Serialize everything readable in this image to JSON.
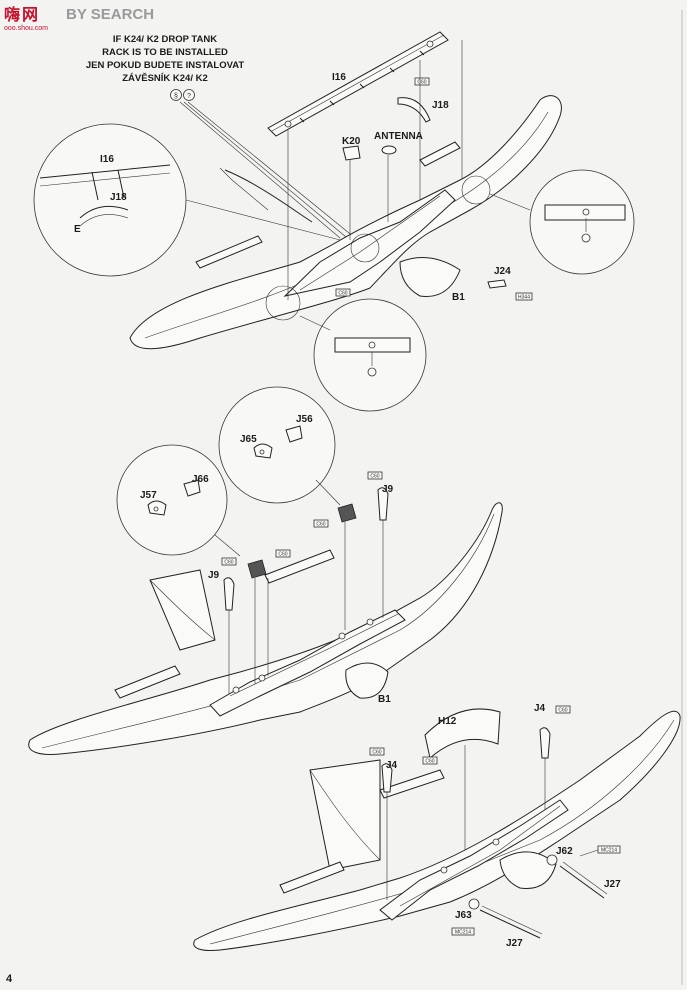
{
  "header": {
    "logo_glyph": "嗨",
    "logo_glyph2": "网",
    "logo_word": "BY SEARCH",
    "logo_url": "ooo.shou.com"
  },
  "note": {
    "lines": [
      "IF K24/ K2 DROP TANK",
      "RACK IS TO BE INSTALLED",
      "JEN POKUD BUDETE INSTALOVAT",
      "ZÁVĚSNÍK K24/ K2"
    ],
    "symbols": [
      "§",
      "?"
    ]
  },
  "labels": {
    "I16_top": "I16",
    "J18_top": "J18",
    "K20": "K20",
    "antenna": "ANTENNA",
    "I16_detail": "I16",
    "J18_detail": "J18",
    "E_detail": "E",
    "J24": "J24",
    "B1_top": "B1",
    "J56": "J56",
    "J65": "J65",
    "J66": "J66",
    "J57": "J57",
    "J9_right": "J9",
    "J9_left": "J9",
    "B1_mid": "B1",
    "H12": "H12",
    "J4_right": "J4",
    "J4_left": "J4",
    "J62": "J62",
    "J27_right": "J27",
    "J63": "J63",
    "J27_bottom": "J27"
  },
  "tags": {
    "c60": "C60",
    "h344": "H344",
    "mc214": "MC214"
  },
  "page_number": "4",
  "colors": {
    "line": "#222222",
    "paper": "#f3f3f1",
    "logo_red": "#c8102e"
  }
}
